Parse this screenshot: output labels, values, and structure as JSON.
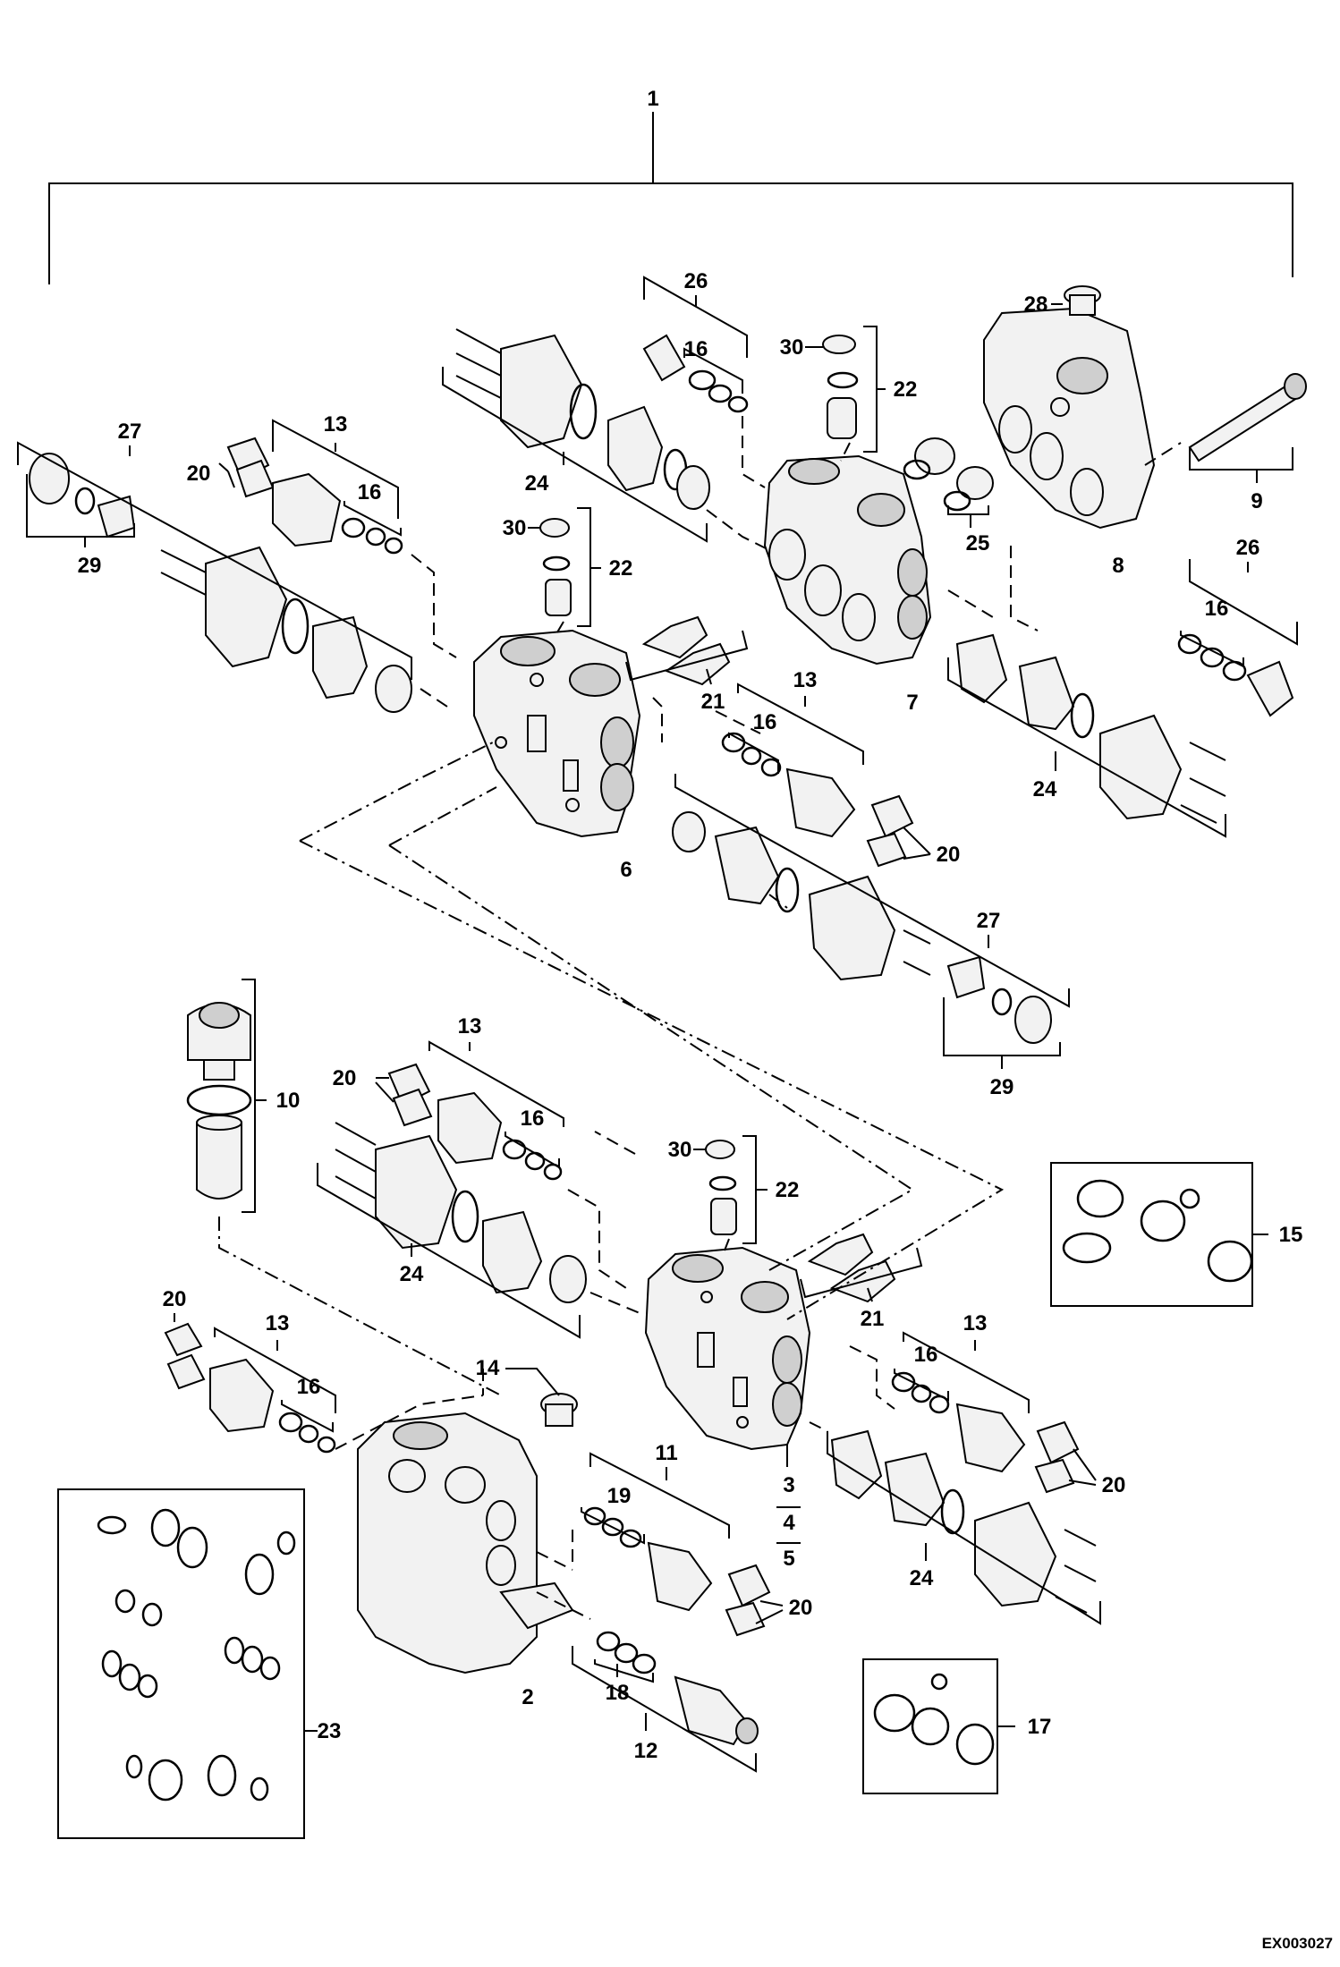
{
  "drawing_code": "EX003027",
  "labels": {
    "l1": "1",
    "l2": "2",
    "l3": "3",
    "l4": "4",
    "l5": "5",
    "l6": "6",
    "l7": "7",
    "l8": "8",
    "l9": "9",
    "l10": "10",
    "l11": "11",
    "l12": "12",
    "l13": "13",
    "l14": "14",
    "l15": "15",
    "l16": "16",
    "l17": "17",
    "l18": "18",
    "l19": "19",
    "l20": "20",
    "l21": "21",
    "l22": "22",
    "l23": "23",
    "l24": "24",
    "l25": "25",
    "l26": "26",
    "l27": "27",
    "l28": "28",
    "l29": "29",
    "l30": "30"
  }
}
